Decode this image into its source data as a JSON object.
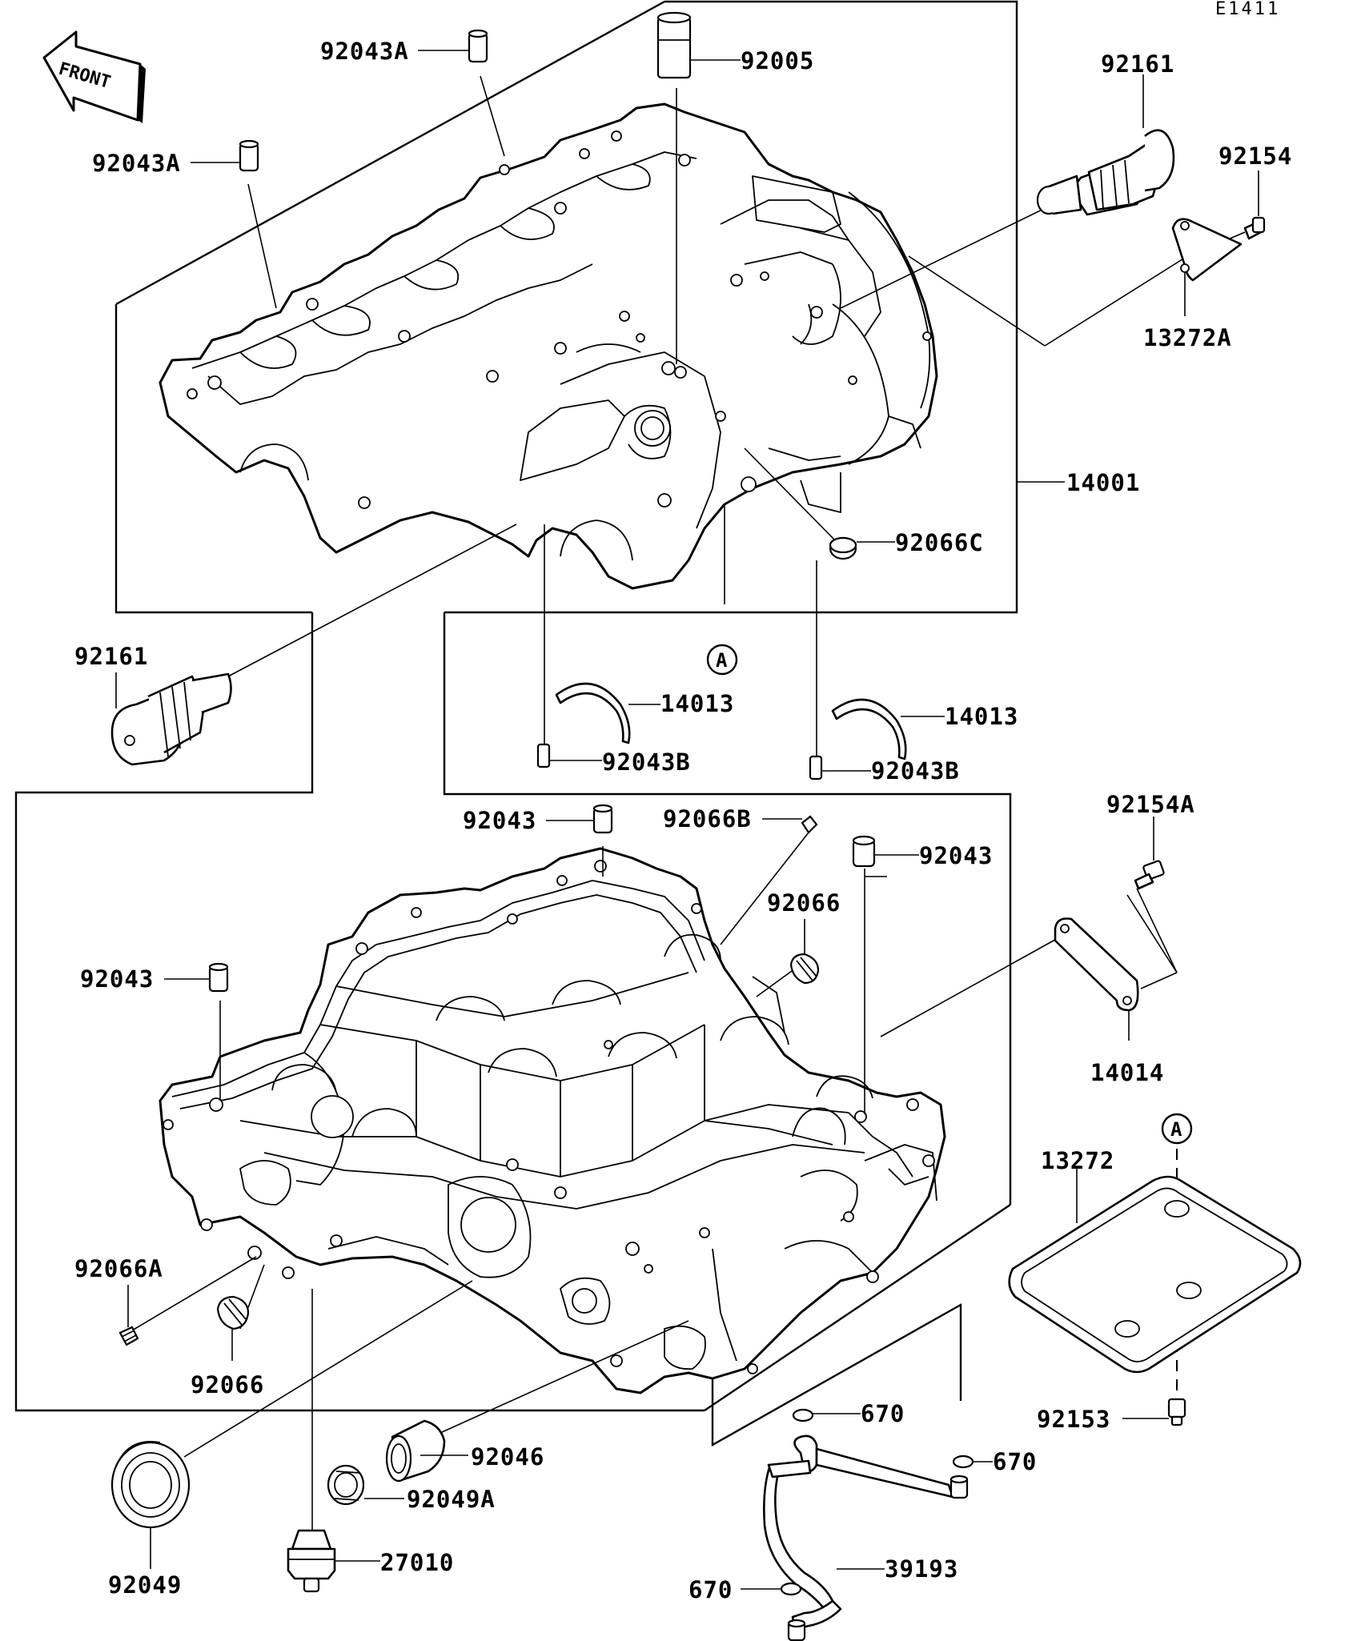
{
  "diagram": {
    "code": "E1411",
    "front_label": "FRONT",
    "ref_mark": "A",
    "labels": {
      "p92043A_top": "92043A",
      "p92005": "92005",
      "p92161_right": "92161",
      "p92154": "92154",
      "p92043A_left": "92043A",
      "p13272A": "13272A",
      "p14001": "14001",
      "p92066C": "92066C",
      "p92161_left": "92161",
      "p14013_left": "14013",
      "p14013_right": "14013",
      "p92043B_left": "92043B",
      "p92043B_right": "92043B",
      "p92043_top": "92043",
      "p92066B": "92066B",
      "p92043_right": "92043",
      "p92154A": "92154A",
      "p92066_upper": "92066",
      "p92043_left": "92043",
      "p14014": "14014",
      "p13272": "13272",
      "p92066A": "92066A",
      "p92066_lower": "92066",
      "p92153": "92153",
      "p670_a": "670",
      "p670_b": "670",
      "p670_c": "670",
      "p92046": "92046",
      "p92049A": "92049A",
      "p92049": "92049",
      "p27010": "27010",
      "p39193": "39193"
    }
  }
}
